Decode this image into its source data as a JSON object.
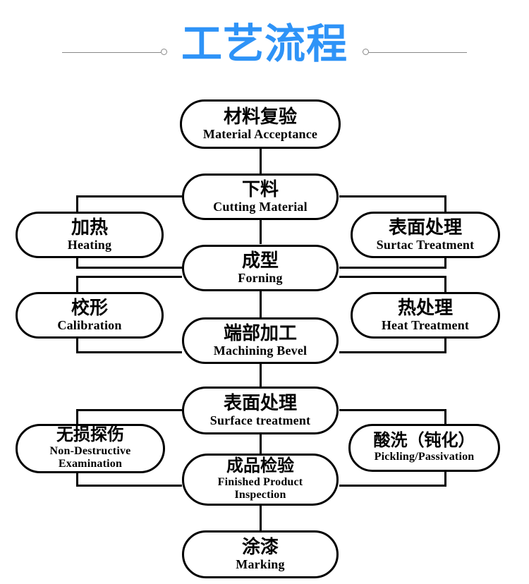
{
  "header": {
    "title": "工艺流程",
    "title_color": "#2e93f7",
    "decoration": {
      "left_line": "horizontal-rule",
      "left_dot": "circle-marker",
      "right_dot": "circle-marker",
      "right_line": "horizontal-rule"
    }
  },
  "diagram": {
    "type": "flowchart",
    "orientation": "vertical-with-side-branches",
    "node_shape": "stadium",
    "line_color": "#000000",
    "nodes": [
      {
        "id": "material-acceptance",
        "cn": "材料复验",
        "en": "Material Acceptance",
        "column": "center",
        "row": 1
      },
      {
        "id": "cutting-material",
        "cn": "下料",
        "en": "Cutting Material",
        "column": "center",
        "row": 2
      },
      {
        "id": "heating",
        "cn": "加热",
        "en": "Heating",
        "column": "left",
        "row": 2
      },
      {
        "id": "surtac-treatment",
        "cn": "表面处理",
        "en": "Surtac Treatment",
        "column": "right",
        "row": 2
      },
      {
        "id": "forming",
        "cn": "成型",
        "en": "Forning",
        "column": "center",
        "row": 3
      },
      {
        "id": "calibration",
        "cn": "校形",
        "en": "Calibration",
        "column": "left",
        "row": 3
      },
      {
        "id": "heat-treatment",
        "cn": "热处理",
        "en": "Heat Treatment",
        "column": "right",
        "row": 3
      },
      {
        "id": "machining-bevel",
        "cn": "端部加工",
        "en": "Machining Bevel",
        "column": "center",
        "row": 4
      },
      {
        "id": "surface-treatment",
        "cn": "表面处理",
        "en": "Surface treatment",
        "column": "center",
        "row": 5
      },
      {
        "id": "non-destructive",
        "cn": "无损探伤",
        "en": "Non-Destructive Examination",
        "column": "left",
        "row": 5
      },
      {
        "id": "pickling",
        "cn": "酸洗（钝化）",
        "en": "Pickling/Passivation",
        "column": "right",
        "row": 5
      },
      {
        "id": "finished-inspection",
        "cn": "成品检验",
        "en": "Finished Product Inspection",
        "column": "center",
        "row": 6
      },
      {
        "id": "marking",
        "cn": "涂漆",
        "en": "Marking",
        "column": "center",
        "row": 7
      }
    ],
    "edges": [
      {
        "from": "material-acceptance",
        "to": "cutting-material"
      },
      {
        "from": "cutting-material",
        "to": "heating"
      },
      {
        "from": "cutting-material",
        "to": "surtac-treatment"
      },
      {
        "from": "heating",
        "to": "forming"
      },
      {
        "from": "surtac-treatment",
        "to": "forming"
      },
      {
        "from": "forming",
        "to": "calibration"
      },
      {
        "from": "forming",
        "to": "heat-treatment"
      },
      {
        "from": "calibration",
        "to": "machining-bevel"
      },
      {
        "from": "heat-treatment",
        "to": "machining-bevel"
      },
      {
        "from": "machining-bevel",
        "to": "surface-treatment"
      },
      {
        "from": "surface-treatment",
        "to": "non-destructive"
      },
      {
        "from": "surface-treatment",
        "to": "pickling"
      },
      {
        "from": "non-destructive",
        "to": "finished-inspection"
      },
      {
        "from": "pickling",
        "to": "finished-inspection"
      },
      {
        "from": "finished-inspection",
        "to": "marking"
      }
    ]
  }
}
